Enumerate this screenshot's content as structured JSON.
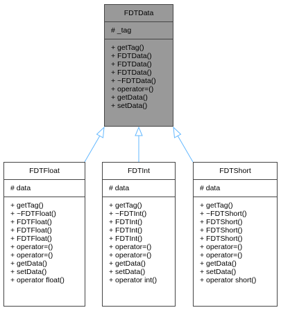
{
  "base": {
    "name": "FDTData",
    "attributes": [
      "# _tag"
    ],
    "operations": [
      "+ getTag()",
      "+ FDTData()",
      "+ FDTData()",
      "+ FDTData()",
      "+ ~FDTData()",
      "+ operator=()",
      "+ getData()",
      "+ setData()"
    ]
  },
  "children": [
    {
      "name": "FDTFloat",
      "attributes": [
        "# data"
      ],
      "operations": [
        "+ getTag()",
        "+ ~FDTFloat()",
        "+ FDTFloat()",
        "+ FDTFloat()",
        "+ FDTFloat()",
        "+ operator=()",
        "+ operator=()",
        "+ getData()",
        "+ setData()",
        "+ operator float()"
      ]
    },
    {
      "name": "FDTInt",
      "attributes": [
        "# data"
      ],
      "operations": [
        "+ getTag()",
        "+ ~FDTInt()",
        "+ FDTInt()",
        "+ FDTInt()",
        "+ FDTInt()",
        "+ operator=()",
        "+ operator=()",
        "+ getData()",
        "+ setData()",
        "+ operator int()"
      ]
    },
    {
      "name": "FDTShort",
      "attributes": [
        "# data"
      ],
      "operations": [
        "+ getTag()",
        "+ ~FDTShort()",
        "+ FDTShort()",
        "+ FDTShort()",
        "+ FDTShort()",
        "+ operator=()",
        "+ operator=()",
        "+ getData()",
        "+ setData()",
        "+ operator short()"
      ]
    }
  ],
  "colors": {
    "base_fill": "#999999",
    "box_border": "#444444",
    "arrow": "#63b8ff"
  }
}
